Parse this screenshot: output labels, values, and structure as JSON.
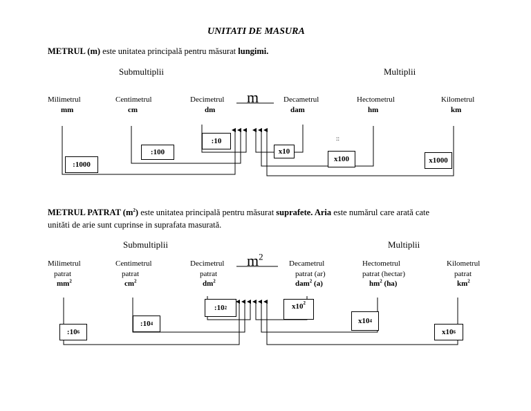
{
  "title": "UNITATI DE MASURA",
  "section1": {
    "intro_bold": "METRUL (m)",
    "intro_text": " este unitatea principală pentru măsurat ",
    "intro_tail": "lungimi.",
    "submultiples": "Submultiplii",
    "multiples": "Multiplii",
    "main_unit": "m",
    "units": [
      {
        "name": "Milimetrul",
        "abbr": "mm"
      },
      {
        "name": "Centimetrul",
        "abbr": "cm"
      },
      {
        "name": "Decimetrul",
        "abbr": "dm"
      },
      {
        "name": "Decametrul",
        "abbr": "dam"
      },
      {
        "name": "Hectometrul",
        "abbr": "hm"
      },
      {
        "name": "Kilometrul",
        "abbr": "km"
      }
    ],
    "boxes": {
      "dm": ":10",
      "cm": ":100",
      "mm": ":1000",
      "dam": "x10",
      "hm": "x100",
      "km": "x1000"
    },
    "stray": "::"
  },
  "section2": {
    "intro_bold": "METRUL PATRAT (m",
    "intro_sup": "2",
    "intro_close": ")",
    "intro_text1": " este unitatea principală pentru măsurat ",
    "intro_bold2": "suprafete. Aria",
    "intro_text2": " este numărul care arată cate",
    "intro_line2": "unităti de arie sunt cuprinse in suprafata masurată.",
    "submultiples": "Submultiplii",
    "multiples": "Multiplii",
    "main_unit": "m",
    "main_sup": "2",
    "units": [
      {
        "name": "Milimetrul",
        "sub": "patrat",
        "abbr": "mm",
        "suffix": ""
      },
      {
        "name": "Centimetrul",
        "sub": "patrat",
        "abbr": "cm",
        "suffix": ""
      },
      {
        "name": "Decimetrul",
        "sub": "patrat",
        "abbr": "dm",
        "suffix": ""
      },
      {
        "name": "Decametrul",
        "sub": "patrat (ar)",
        "abbr": "dam",
        "suffix": " (a)"
      },
      {
        "name": "Hectometrul",
        "sub": "patrat (hectar)",
        "abbr": "hm",
        "suffix": " (ha)"
      },
      {
        "name": "Kilometrul",
        "sub": "patrat",
        "abbr": "km",
        "suffix": ""
      }
    ],
    "sq": "2",
    "boxes": {
      "dm": {
        "prefix": ":10",
        "exp": "2"
      },
      "cm": {
        "prefix": ":10",
        "exp": "4"
      },
      "mm": {
        "prefix": ":10",
        "exp": "6"
      },
      "dam": {
        "prefix": "x10",
        "exp": "2"
      },
      "hm": {
        "prefix": "x10",
        "exp": "4"
      },
      "km": {
        "prefix": "x10",
        "exp": "6"
      }
    }
  }
}
